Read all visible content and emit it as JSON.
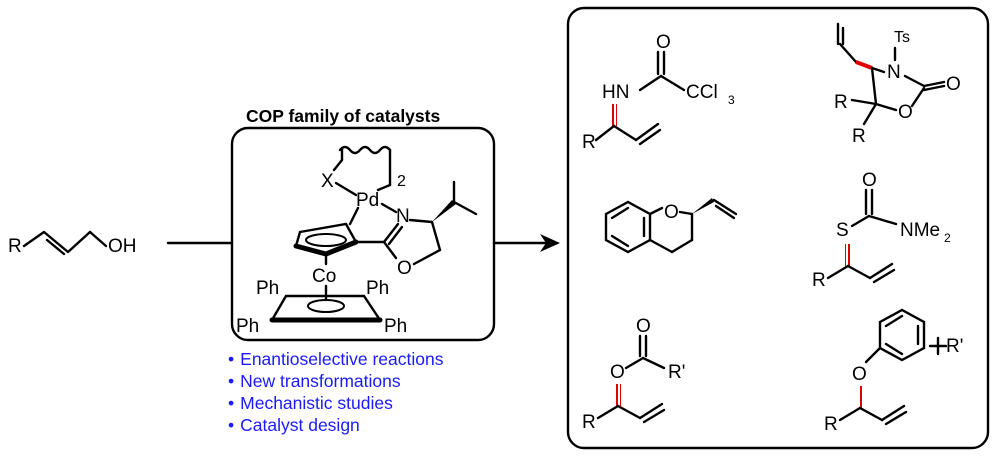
{
  "catalyst_title": "COP family of catalysts",
  "bullets": [
    "Enantioselective reactions",
    "New transformations",
    "Mechanistic studies",
    "Catalyst design"
  ],
  "labels": {
    "R": "R",
    "OH": "OH",
    "X": "X",
    "Pd": "Pd",
    "N": "N",
    "O": "O",
    "Co": "Co",
    "Ph": "Ph",
    "two": "2",
    "HN": "HN",
    "CCl": "CCl",
    "three": "3",
    "Ts": "Ts",
    "S": "S",
    "NMe": "NMe",
    "Rprime": "R'"
  },
  "colors": {
    "bullet_text": "#1a1aff",
    "stereo_bond": "#e00000"
  }
}
